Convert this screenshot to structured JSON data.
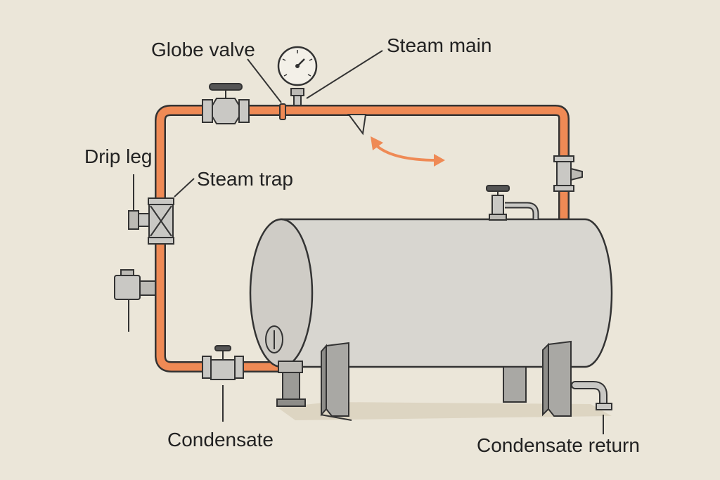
{
  "labels": {
    "globe_valve": "Globe valve",
    "steam_main": "Steam main",
    "drip_leg": "Drip leg",
    "steam_trap": "Steam trap",
    "condensate": "Condensate",
    "condensate_return": "Condensate return"
  },
  "colors": {
    "background": "#ebe6d9",
    "pipe": "#ef8a55",
    "outline": "#333333",
    "tank": "#d8d6d0",
    "tank_end": "#cfccc6",
    "fitting": "#c9c8c4",
    "shadow": "#ddd5c2"
  },
  "icons": [
    "pressure-gauge-icon",
    "globe-valve-icon",
    "steam-trap-icon",
    "flow-arrow-icon"
  ]
}
